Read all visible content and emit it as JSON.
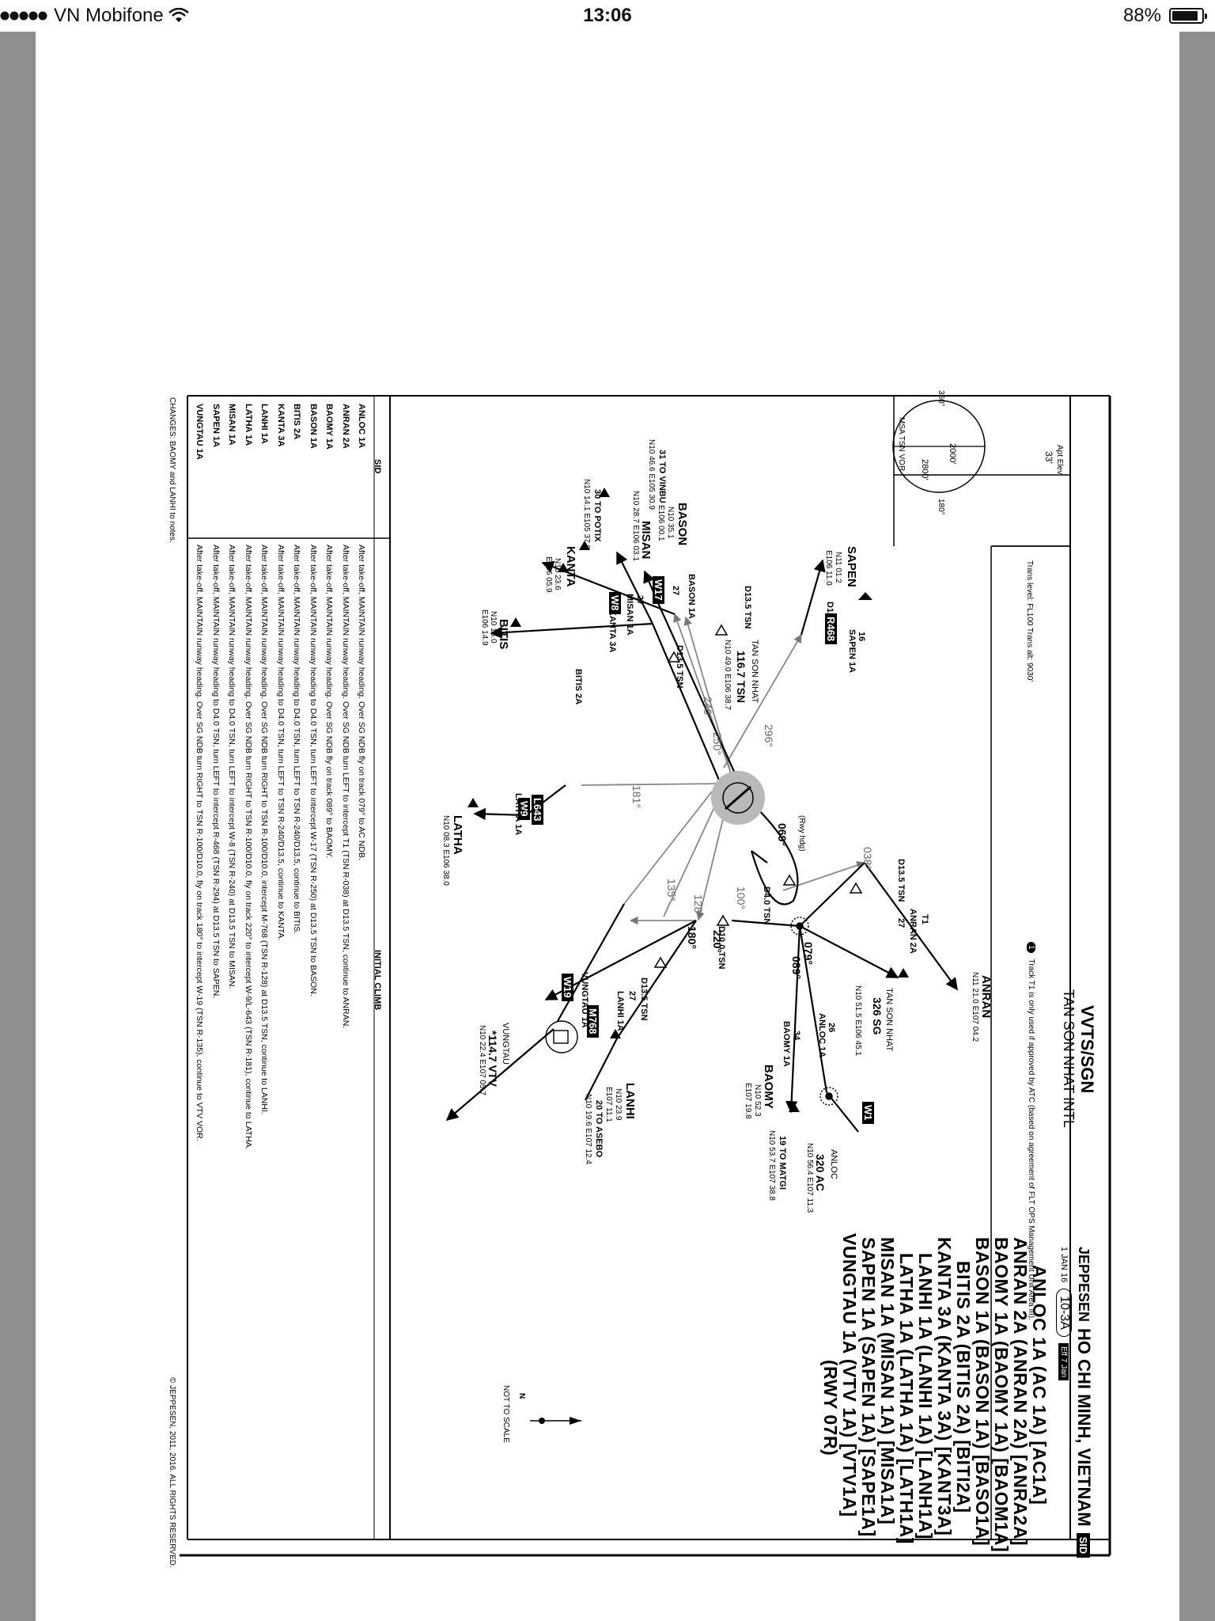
{
  "status_bar": {
    "carrier": "VN Mobifone",
    "time": "13:06",
    "battery": "88%",
    "battery_level": 0.88,
    "signal_icon": "signal-dots-icon",
    "wifi_icon": "wifi-icon"
  },
  "chart": {
    "publisher": "JEPPESEN",
    "city": "HO CHI MINH, VIETNAM",
    "type_badge": "SID",
    "date": "1 JAN 16",
    "chart_number": "10-3A",
    "eff": "Eff 7 Jan",
    "airport_id": "VVTS/SGN",
    "airport_name": "TAN SON NHAT INTL",
    "apt_elev_label": "Apt Elev",
    "apt_elev_value": "33'",
    "trans": "Trans level: FL100     Trans alt: 9030'",
    "note": "Track T1 is only used if approved by ATC (based on agreement of FLT OPS Management Unit Area III).",
    "note_number": "1",
    "procedures": [
      "ANLOC 1A (AC 1A) [AC1A]",
      "ANRAN 2A (ANRAN 2A) [ANRA2A]",
      "BAOMY 1A (BAOMY 1A) [BAOM1A]",
      "BASON 1A (BASON 1A) [BASO1A]",
      "BITIS 2A (BITIS 2A) [BITI2A]",
      "KANTA 3A (KANTA 3A) [KANT3A]",
      "LANHI 1A (LANHI 1A) [LANH1A]",
      "LATHA 1A (LATHA 1A) [LATH1A]",
      "MISAN 1A (MISAN 1A) [MISA1A]",
      "SAPEN 1A (SAPEN 1A) [SAPE1A]",
      "VUNGTAU 1A (VTV 1A) [VTV1A]",
      "(RWY 07R)"
    ],
    "msa": {
      "label": "MSA TSN VOR",
      "alt_top": "2000'",
      "alt_bottom": "2800'",
      "bearing_a": "180°",
      "bearing_b": "360°"
    },
    "north_label": "N",
    "not_to_scale": "NOT TO SCALE",
    "waypoints": {
      "sapen": {
        "name": "SAPEN",
        "c1": "N11 01.2",
        "c2": "E106 11.0"
      },
      "bason": {
        "name": "BASON",
        "c1": "N10 35.1",
        "c2": "E106 00.1"
      },
      "misan": {
        "name": "MISAN",
        "c1": "N10 28.7 E106 03.1"
      },
      "kanta": {
        "name": "KANTA",
        "c1": "N10 23.6",
        "c2": "E106 05.9"
      },
      "bitis": {
        "name": "BITIS",
        "c1": "N10 16.0",
        "c2": "E106 14.9"
      },
      "latha": {
        "name": "LATHA",
        "c1": "N10 08.3 E106 38.0"
      },
      "lanhi": {
        "name": "LANHI",
        "c1": "N10 23.9",
        "c2": "E107 11.1"
      },
      "baomy": {
        "name": "BAOMY",
        "c1": "N10 52.3",
        "c2": "E107 19.8"
      },
      "anran": {
        "name": "ANRAN",
        "c1": "N11 21.0 E107 04.2"
      }
    },
    "navaids": {
      "tsn": {
        "label": "TAN SON NHAT",
        "freq": "116.7 TSN",
        "coords": "N10 49.0 E106 38.7"
      },
      "sg": {
        "label": "TAN SON NHAT",
        "freq": "326 SG",
        "coords": "N10 51.5 E106 45.1"
      },
      "ac": {
        "label": "ANLOC",
        "freq": "320 AC",
        "coords": "N10 56.4 E107 11.3"
      },
      "vtv": {
        "label": "VUNGTAU",
        "freq": "*114.7 VTV",
        "coords": "N10 22.4 E107 05.7"
      }
    },
    "outbound": {
      "vinbu": {
        "label": "31 TO VINBU",
        "c": "N10 46.6 E105 30.9"
      },
      "potix": {
        "label": "30 TO POTIX",
        "c": "N10 14.1 E105 37.0"
      },
      "matgi": {
        "label": "19 TO MATGI",
        "c": "N10 53.7 E107 38.8"
      },
      "asebo": {
        "label": "20 TO ASEBO",
        "c": "N10 19.6 E107 12.4"
      }
    },
    "fixes": {
      "d135_a": "D13.5 TSN",
      "d135_b": "D13.5 TSN",
      "d135_c": "D13.5 TSN",
      "d135_d": "D13.5 TSN",
      "d135_e": "D13.5 TSN",
      "d40": "D4.0 TSN",
      "d100": "D10.0 TSN"
    },
    "routes": {
      "r468": "R468",
      "w17": "W17",
      "w8": "W8",
      "l643": "L643",
      "w9": "W9",
      "w19": "W19",
      "m768": "M768",
      "w1": "W1"
    },
    "tracks": {
      "t296": "296°",
      "t240": "240°",
      "t250": "250°",
      "t181": "181°",
      "t135": "135°",
      "t128": "128°",
      "t100": "100°",
      "t220": "220°",
      "t180": "180°",
      "t089": "089°",
      "t079": "079°",
      "t038": "038°",
      "rwy_hdg": "069°",
      "rwy_hdg_label": "(Rwy hdg)"
    },
    "labels": {
      "sapen": {
        "proc": "SAPEN 1A",
        "dist": "16"
      },
      "bason": {
        "proc": "BASON 1A",
        "dist": "27"
      },
      "misan": {
        "proc": "MISAN 1A",
        "dist": "27"
      },
      "kanta": {
        "proc": "KANTA 3A"
      },
      "bitis": {
        "proc": "BITIS 2A"
      },
      "latha": {
        "proc": "LATHA 1A"
      },
      "vungtau": {
        "proc": "VUNGTAU 1A"
      },
      "lanhi": {
        "proc": "LANHI 1A",
        "dist": "27"
      },
      "anloc": {
        "proc": "ANLOC 1A",
        "dist": "26"
      },
      "baomy": {
        "proc": "BAOMY 1A",
        "dist": "34"
      },
      "anran": {
        "proc": "ANRAN 2A",
        "dist": "27",
        "track": "T1"
      }
    },
    "table": {
      "col_sid": "SID",
      "col_climb": "INITIAL CLIMB",
      "rows": [
        {
          "sid": "ANLOC 1A",
          "text": "After take-off, MAINTAIN runway heading. Over SG NDB fly on track 079° to AC NDB."
        },
        {
          "sid": "ANRAN 2A",
          "text": "After take-off, MAINTAIN runway heading. Over SG NDB turn LEFT to intercept T1 (TSN R-038) at D13.5 TSN, continue to ANRAN."
        },
        {
          "sid": "BAOMY 1A",
          "text": "After take-off, MAINTAIN runway heading. Over SG NDB fly on track 089° to BAOMY."
        },
        {
          "sid": "BASON 1A",
          "text": "After take-off, MAINTAIN runway heading to D4.0 TSN, turn LEFT to intercept W-17 (TSN R-250) at D13.5 TSN to BASON."
        },
        {
          "sid": "BITIS 2A",
          "text": "After take-off, MAINTAIN runway heading to D4.0 TSN, turn LEFT to TSN R-240/D13.5, continue to BITIS."
        },
        {
          "sid": "KANTA 3A",
          "text": "After take-off, MAINTAIN runway heading to D4.0 TSN, turn LEFT to TSN R-240/D13.5, continue to KANTA."
        },
        {
          "sid": "LANHI 1A",
          "text": "After take-off, MAINTAIN runway heading. Over SG NDB turn RIGHT to TSN R-100/D10.0, intercept M-768 (TSN R-128) at D13.5 TSN, continue to LANHI."
        },
        {
          "sid": "LATHA 1A",
          "text": "After take-off, MAINTAIN runway heading. Over SG NDB turn RIGHT to TSN R-100/D10.0, fly on track 220° to intercept W-9/L-643 (TSN R-181), continue to LATHA."
        },
        {
          "sid": "MISAN 1A",
          "text": "After take-off, MAINTAIN runway heading to D4.0 TSN, turn LEFT to intercept W-8 (TSN R-240) at D13.5 TSN to MISAN."
        },
        {
          "sid": "SAPEN 1A",
          "text": "After take-off, MAINTAIN runway heading to D4.0 TSN, turn LEFT to intercept R-468 (TSN R-294) at D13.5 TSN to SAPEN."
        },
        {
          "sid": "VUNGTAU 1A",
          "text": "After take-off, MAINTAIN runway heading. Over SG NDB turn RIGHT to TSN R-100/D10.0, fly on track 180° to intercept W-19 (TSN R-135), continue to VTV VOR."
        }
      ]
    },
    "changes": "CHANGES: BAOMY and LANHI to notes.",
    "copyright": "© JEPPESEN, 2011, 2016. ALL RIGHTS RESERVED."
  }
}
